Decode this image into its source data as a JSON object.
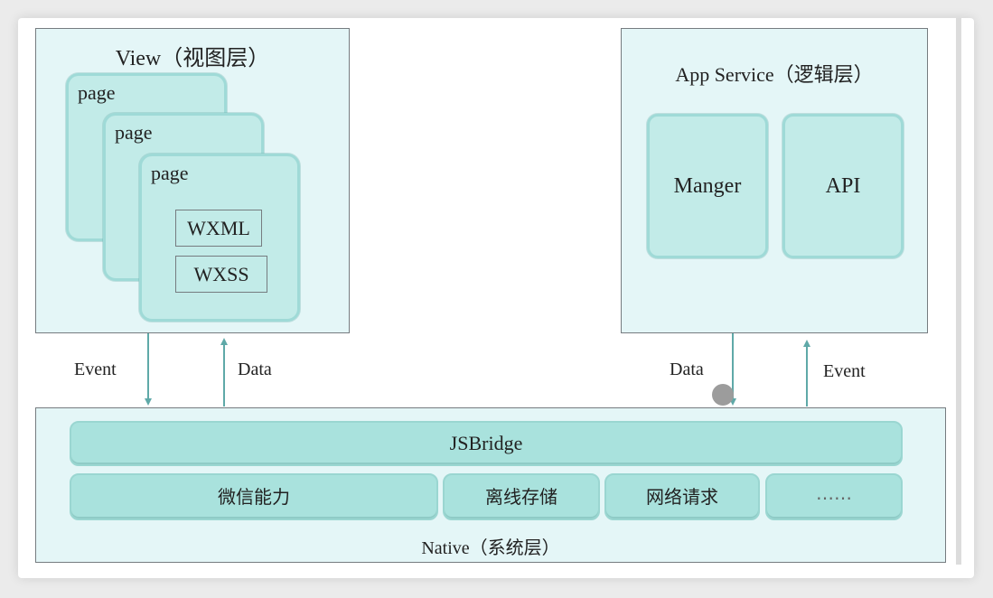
{
  "view_layer": {
    "title": "View（视图层）",
    "pages": [
      "page",
      "page",
      "page"
    ],
    "files": [
      "WXML",
      "WXSS"
    ]
  },
  "service_layer": {
    "title": "App Service（逻辑层）",
    "modules": [
      "Manger",
      "API"
    ]
  },
  "native_layer": {
    "bridge": "JSBridge",
    "capabilities": [
      "微信能力",
      "离线存储",
      "网络请求",
      "……"
    ],
    "title": "Native（系统层）"
  },
  "flows": {
    "left_down": "Event",
    "left_up": "Data",
    "right_down": "Data",
    "right_up": "Event"
  },
  "colors": {
    "panel_bg": "#e4f6f7",
    "card_fill": "#c2ebe8",
    "bar_fill": "#a9e2dd",
    "arrow": "#5fa9a8"
  }
}
